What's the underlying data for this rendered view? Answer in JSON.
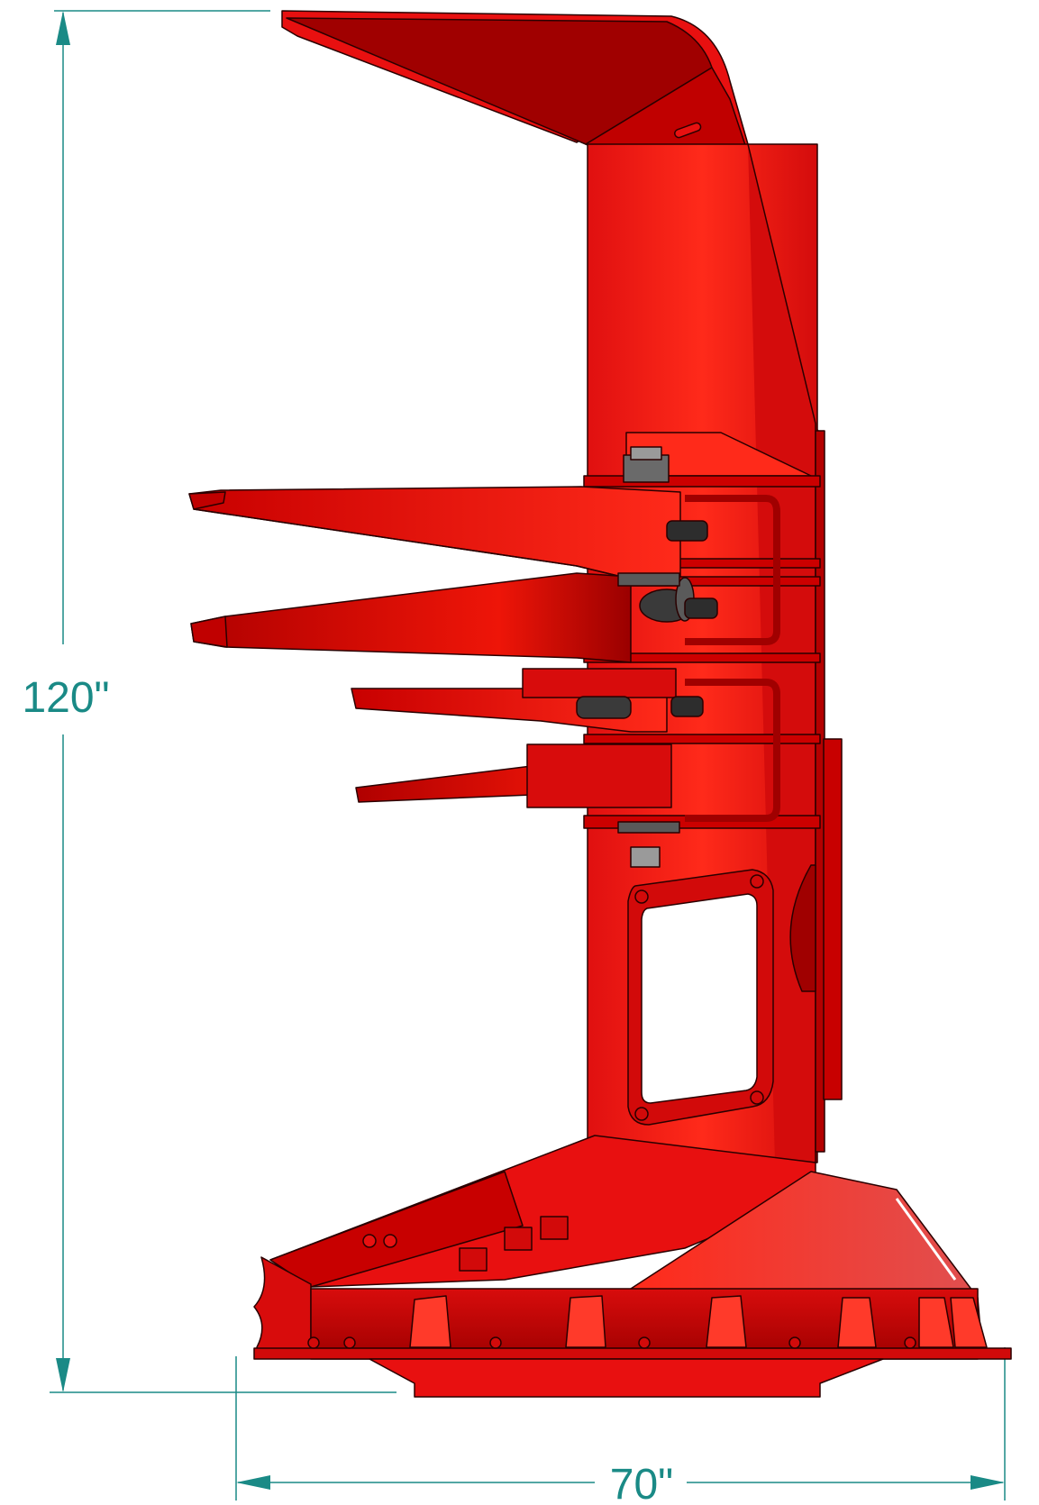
{
  "dimensions": {
    "height_label": "120\"",
    "width_label": "70\""
  },
  "colors": {
    "dimension_line": "#1a8a86",
    "body_red": "#e81010",
    "dark_red": "#a00000",
    "mid_red": "#cc0000",
    "outline": "#2a0000",
    "hardware_gray": "#6a6a6a",
    "hardware_dark": "#2d2d2d"
  },
  "drawing": {
    "subject": "red-attachment-side-elevation"
  }
}
